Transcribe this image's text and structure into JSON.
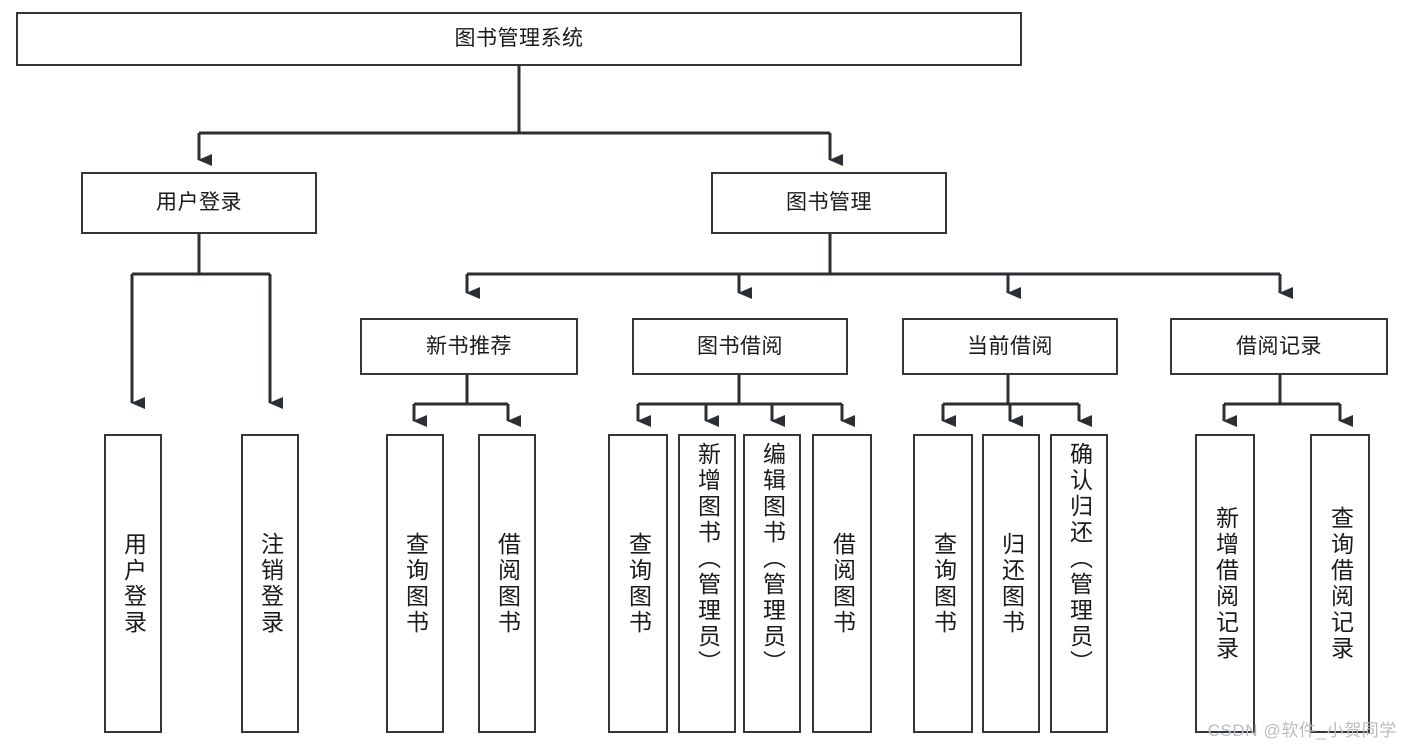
{
  "diagram": {
    "title": "图书管理系统",
    "type": "hierarchy-tree",
    "watermark": "CSDN @软件_小贺同学",
    "colors": {
      "box_border": "#33373b",
      "box_fill": "#ffffff",
      "connector": "#2b2f33",
      "text": "#1a1a1a",
      "watermark": "#b9bcc0"
    },
    "levels": [
      {
        "level": 1,
        "nodes": [
          {
            "id": "root",
            "label": "图书管理系统",
            "orientation": "horizontal"
          }
        ]
      },
      {
        "level": 2,
        "nodes": [
          {
            "id": "user-login",
            "label": "用户登录",
            "orientation": "horizontal"
          },
          {
            "id": "book-manage",
            "label": "图书管理",
            "orientation": "horizontal"
          }
        ]
      },
      {
        "level": 3,
        "nodes": [
          {
            "id": "new-book-rec",
            "label": "新书推荐",
            "orientation": "horizontal"
          },
          {
            "id": "book-borrow",
            "label": "图书借阅",
            "orientation": "horizontal"
          },
          {
            "id": "current-borrow",
            "label": "当前借阅",
            "orientation": "horizontal"
          },
          {
            "id": "borrow-record",
            "label": "借阅记录",
            "orientation": "horizontal"
          }
        ]
      },
      {
        "level": 4,
        "nodes": [
          {
            "id": "leaf-user-login",
            "label": "用户登录",
            "orientation": "vertical",
            "parent": "user-login"
          },
          {
            "id": "leaf-logout",
            "label": "注销登录",
            "orientation": "vertical",
            "parent": "user-login"
          },
          {
            "id": "leaf-query-book-1",
            "label": "查询图书",
            "orientation": "vertical",
            "parent": "new-book-rec"
          },
          {
            "id": "leaf-borrow-book-1",
            "label": "借阅图书",
            "orientation": "vertical",
            "parent": "new-book-rec"
          },
          {
            "id": "leaf-query-book-2",
            "label": "查询图书",
            "orientation": "vertical",
            "parent": "book-borrow"
          },
          {
            "id": "leaf-add-book",
            "label": "新增图书（管理员）",
            "orientation": "vertical",
            "parent": "book-borrow"
          },
          {
            "id": "leaf-edit-book",
            "label": "编辑图书（管理员）",
            "orientation": "vertical",
            "parent": "book-borrow"
          },
          {
            "id": "leaf-borrow-book-2",
            "label": "借阅图书",
            "orientation": "vertical",
            "parent": "book-borrow"
          },
          {
            "id": "leaf-query-book-3",
            "label": "查询图书",
            "orientation": "vertical",
            "parent": "current-borrow"
          },
          {
            "id": "leaf-return-book",
            "label": "归还图书",
            "orientation": "vertical",
            "parent": "current-borrow"
          },
          {
            "id": "leaf-confirm-return",
            "label": "确认归还（管理员）",
            "orientation": "vertical",
            "parent": "current-borrow"
          },
          {
            "id": "leaf-add-record",
            "label": "新增借阅记录",
            "orientation": "vertical",
            "parent": "borrow-record"
          },
          {
            "id": "leaf-query-record",
            "label": "查询借阅记录",
            "orientation": "vertical",
            "parent": "borrow-record"
          }
        ]
      }
    ]
  }
}
